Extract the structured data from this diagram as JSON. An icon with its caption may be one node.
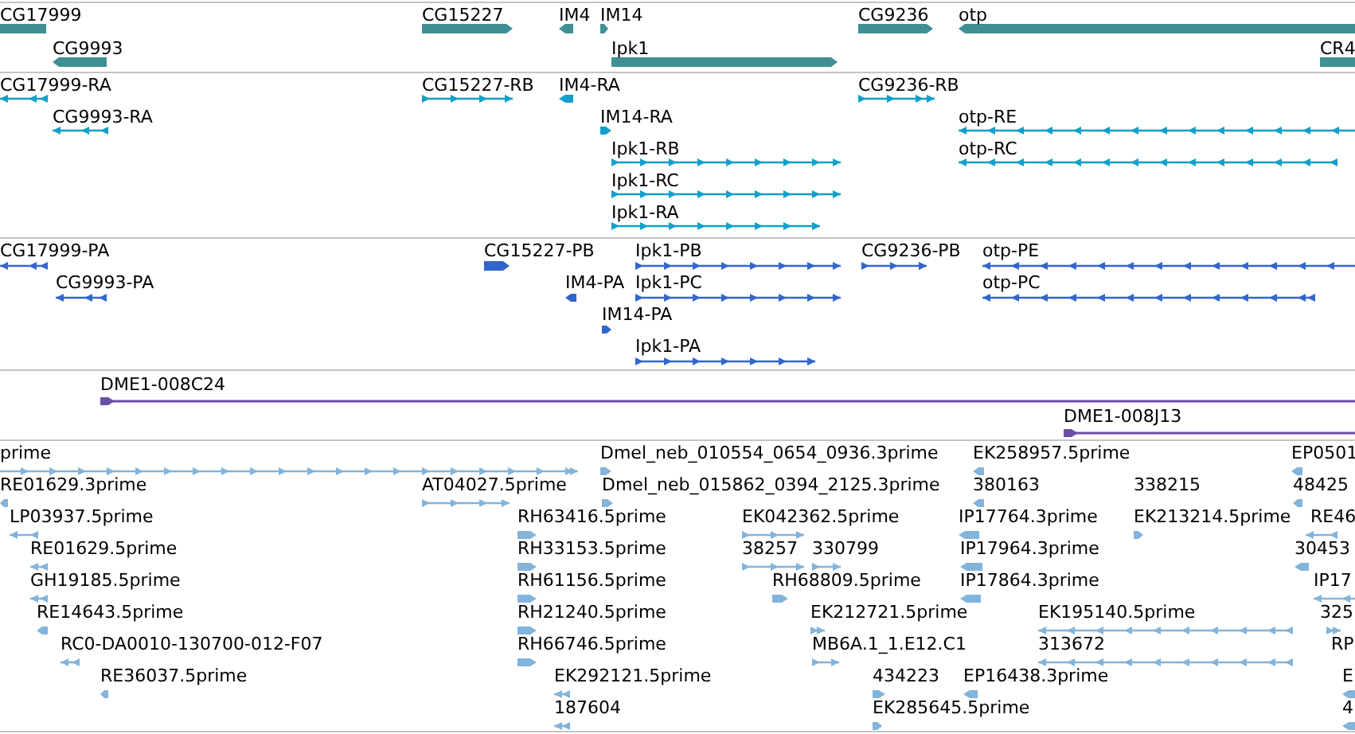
{
  "diagram": {
    "labels": [
      "CG17999",
      "CG15227",
      "IM4",
      "IM14",
      "CG9236",
      "otp",
      "CG9993",
      "Ipk1",
      "CR4",
      "CG17999-RA",
      "CG15227-RB",
      "IM4-RA",
      "CG9236-RB",
      "CG9993-RA",
      "IM14-RA",
      "otp-RE",
      "Ipk1-RB",
      "otp-RC",
      "Ipk1-RC",
      "Ipk1-RA",
      "CG17999-PA",
      "CG15227-PB",
      "Ipk1-PB",
      "CG9236-PB",
      "otp-PE",
      "CG9993-PA",
      "IM4-PA",
      "Ipk1-PC",
      "otp-PC",
      "IM14-PA",
      "Ipk1-PA",
      "DME1-008C24",
      "DME1-008J13",
      "prime",
      "Dmel_neb_010554_0654_0936.3prime",
      "EK258957.5prime",
      "EP0501",
      "RE01629.3prime",
      "AT04027.5prime",
      "Dmel_neb_015862_0394_2125.3prime",
      "380163",
      "338215",
      "48425",
      "LP03937.5prime",
      "RH63416.5prime",
      "EK042362.5prime",
      "IP17764.3prime",
      "EK213214.5prime",
      "RE46",
      "RE01629.5prime",
      "RH33153.5prime",
      "38257",
      "330799",
      "IP17964.3prime",
      "30453",
      "GH19185.5prime",
      "RH61156.5prime",
      "RH68809.5prime",
      "IP17864.3prime",
      "IP17",
      "RE14643.5prime",
      "RH21240.5prime",
      "EK212721.5prime",
      "EK195140.5prime",
      "325",
      "RC0-DA0010-130700-012-F07",
      "RH66746.5prime",
      "MB6A.1_1.E12.C1",
      "313672",
      "RP",
      "RE36037.5prime",
      "EK292121.5prime",
      "434223",
      "EP16438.3prime",
      "E",
      "187604",
      "EK285645.5prime",
      "4"
    ]
  }
}
